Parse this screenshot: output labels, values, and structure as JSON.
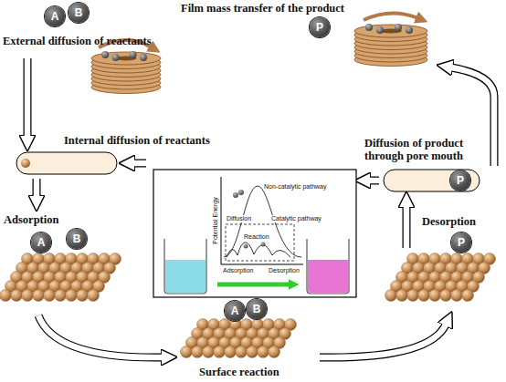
{
  "diagram": {
    "nodes": [
      {
        "text": [
          "A"
        ]
      },
      {
        "text": [
          "B"
        ]
      },
      {
        "text": [
          "P"
        ]
      },
      {
        "text": [
          "P"
        ]
      },
      {
        "text": [
          "A"
        ]
      },
      {
        "text": [
          "B"
        ]
      },
      {
        "text": [
          "P"
        ]
      },
      {
        "text": [
          "A"
        ]
      },
      {
        "text": [
          "B"
        ]
      }
    ],
    "labels": [
      "Film mass transfer of the product",
      "External diffusion of reactants",
      "Internal diffusion of reactants",
      "Diffusion of product through pore mouth",
      "Adsorption",
      "Desorption",
      "Surface reaction",
      "Potential Energy",
      "Non-catalytic pathway",
      "Catalytic pathway",
      "Diffusion",
      "Reaction",
      "Adsorption",
      "Desorption"
    ]
  }
}
